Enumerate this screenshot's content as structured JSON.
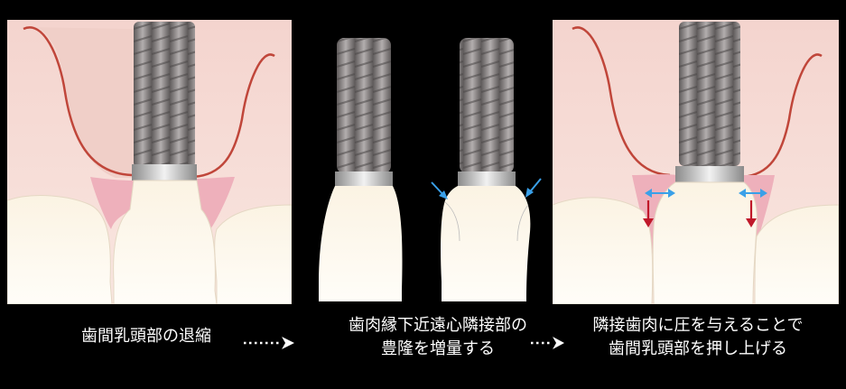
{
  "captions": {
    "step1": "歯間乳頭部の退縮",
    "step2_line1": "歯肉縁下近遠心隣接部の",
    "step2_line2": "豊隆を増量する",
    "step3_line1": "隣接歯肉に圧を与えることで",
    "step3_line2": "歯間乳頭部を押し上げる"
  },
  "colors": {
    "background": "#000000",
    "gingiva": "#f6dcd7",
    "gingiva_outline": "#c0463a",
    "papilla": "#eeb0bb",
    "tooth": "#fbf6ec",
    "implant_screw": "#8e8a8a",
    "abutment": "#cfcfcf",
    "blue_arrow": "#3aa0e8",
    "red_arrow": "#c0182a"
  },
  "icons": [
    "dotted-arrow-right-icon",
    "blue-arrow-icon",
    "red-arrow-icon"
  ]
}
